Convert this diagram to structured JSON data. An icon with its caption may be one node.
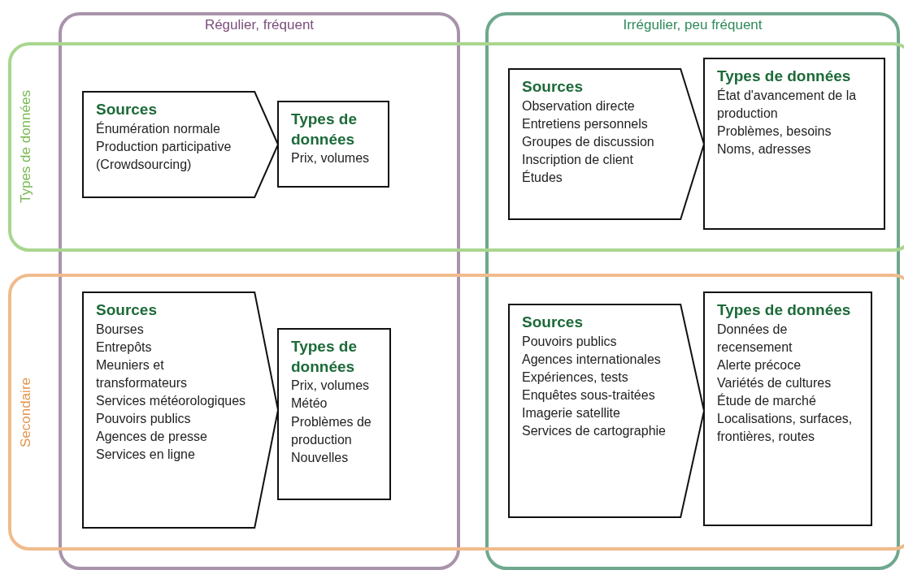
{
  "diagram": {
    "nodes": [
      {
        "text": [
          "Régulier, fréquent"
        ]
      },
      {
        "text": [
          "Irrégulier, peu fréquent"
        ]
      },
      {
        "text": [
          "Types de données"
        ]
      },
      {
        "text": [
          "Secondaire"
        ]
      },
      {
        "text": [
          "Sources",
          "Énumération normale",
          "Production participative (Crowdsourcing)"
        ]
      },
      {
        "text": [
          "Types de données",
          "Prix, volumes"
        ]
      },
      {
        "text": [
          "Sources",
          "Observation directe",
          "Entretiens personnels",
          "Groupes de discussion",
          "Inscription de client",
          "Études"
        ]
      },
      {
        "text": [
          "Types de données",
          "État d'avancement de la production",
          "Problèmes, besoins",
          "Noms, adresses"
        ]
      },
      {
        "text": [
          "Sources",
          "Bourses",
          "Entrepôts",
          "Meuniers et transformateurs",
          "Services météorologiques",
          "Pouvoirs publics",
          "Agences de presse",
          "Services en ligne"
        ]
      },
      {
        "text": [
          "Types de données",
          "Prix, volumes",
          "Météo",
          "Problèmes de production",
          "Nouvelles"
        ]
      },
      {
        "text": [
          "Sources",
          "Pouvoirs publics",
          "Agences internationales",
          "Expériences, tests",
          "Enquêtes sous-traitées",
          "Imagerie satellite",
          "Services de cartographie"
        ]
      },
      {
        "text": [
          "Types de données",
          "Données de recensement",
          "Alerte précoce",
          "Variétés de cultures",
          "Étude de marché",
          "Localisations, surfaces, frontières, routes"
        ]
      }
    ],
    "edges": []
  }
}
